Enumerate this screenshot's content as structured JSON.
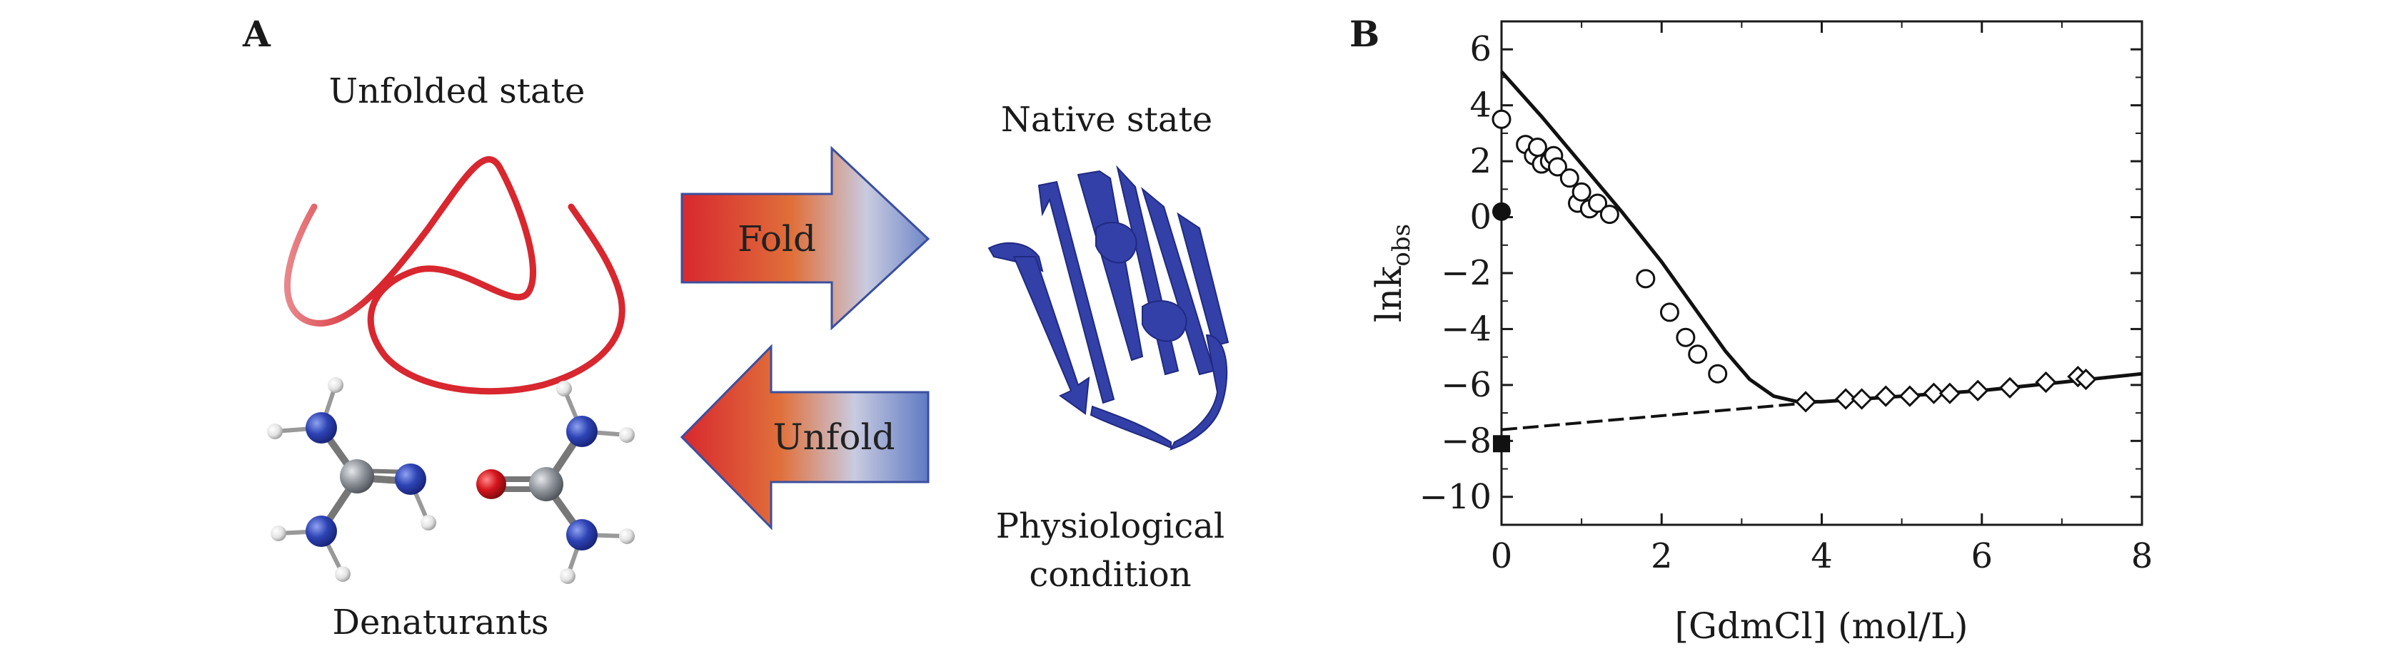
{
  "panel_a": {
    "letter": "A",
    "unfolded_label": "Unfolded state",
    "native_label": "Native state",
    "fold_label": "Fold",
    "unfold_label": "Unfold",
    "physio_line1": "Physiological",
    "physio_line2": "condition",
    "denaturants_label": "Denaturants"
  },
  "panel_b": {
    "letter": "B"
  },
  "colors": {
    "red": "#d8272f",
    "blue": "#3340a8",
    "arrow_blue": "#6f87c8",
    "nitrogen": "#2e44b5",
    "carbon": "#8a8f96",
    "oxygen": "#d4151c"
  },
  "chart_data": {
    "type": "scatter",
    "xlabel": "[GdmCl] (mol/L)",
    "ylabel_main": "lnk",
    "ylabel_sub": "obs",
    "xlim": [
      0,
      8
    ],
    "ylim": [
      -11,
      7
    ],
    "xticks": [
      0,
      2,
      4,
      6,
      8
    ],
    "yticks": [
      6,
      4,
      2,
      0,
      -2,
      -4,
      -6,
      -8,
      -10
    ],
    "ytick_labels": [
      "6",
      "4",
      "2",
      "0",
      "−2",
      "−4",
      "−6",
      "−8",
      "−10"
    ],
    "series": [
      {
        "marker": "open-circle",
        "x": [
          0.0,
          0.3,
          0.4,
          0.45,
          0.5,
          0.6,
          0.65,
          0.7,
          0.85,
          0.95,
          1.0,
          1.1,
          1.2,
          1.35,
          1.8,
          2.1,
          2.3,
          2.45,
          2.7
        ],
        "y": [
          3.5,
          2.6,
          2.2,
          2.5,
          1.9,
          2.0,
          2.2,
          1.8,
          1.4,
          0.5,
          0.9,
          0.3,
          0.5,
          0.1,
          -2.2,
          -3.4,
          -4.3,
          -4.9,
          -5.6
        ]
      },
      {
        "marker": "open-diamond",
        "x": [
          3.8,
          4.3,
          4.5,
          4.8,
          5.1,
          5.4,
          5.6,
          5.95,
          6.35,
          6.8,
          7.2,
          7.3
        ],
        "y": [
          -6.6,
          -6.5,
          -6.5,
          -6.4,
          -6.4,
          -6.3,
          -6.3,
          -6.2,
          -6.1,
          -5.9,
          -5.7,
          -5.8
        ]
      },
      {
        "marker": "filled-circle",
        "x": [
          0.0
        ],
        "y": [
          0.2
        ]
      },
      {
        "marker": "filled-square",
        "x": [
          0.0
        ],
        "y": [
          -8.1
        ]
      }
    ],
    "fit_curve": {
      "style": "solid",
      "x": [
        0.0,
        0.5,
        1.0,
        1.5,
        2.0,
        2.5,
        2.8,
        3.1,
        3.4,
        3.7,
        4.0,
        5.0,
        6.0,
        7.0,
        8.0
      ],
      "y": [
        5.2,
        3.6,
        1.9,
        0.2,
        -1.6,
        -3.6,
        -4.8,
        -5.8,
        -6.4,
        -6.6,
        -6.6,
        -6.4,
        -6.2,
        -5.9,
        -5.6
      ]
    },
    "extrapolation_line": {
      "style": "dashed",
      "x": [
        0.0,
        4.0
      ],
      "y": [
        -7.6,
        -6.6
      ]
    }
  }
}
